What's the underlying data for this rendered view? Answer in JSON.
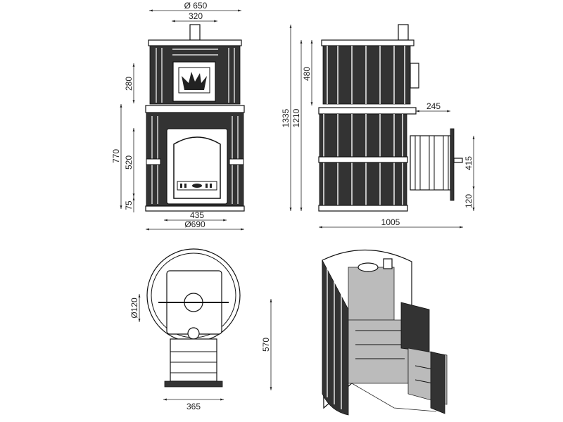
{
  "front_view": {
    "dims": {
      "top_diameter": "Ø 650",
      "chimney_width": "320",
      "upper_door_height": "280",
      "lower_height": "770",
      "firebox_door_height": "520",
      "base_height": "75",
      "door_width": "435",
      "base_diameter": "Ø690"
    }
  },
  "side_view": {
    "dims": {
      "total_height": "1335",
      "body_height": "1210",
      "upper_section": "480",
      "tunnel_offset": "245",
      "tunnel_height": "415",
      "tunnel_base": "120",
      "total_depth": "1005"
    }
  },
  "top_view": {
    "dims": {
      "chimney_diameter": "Ø120",
      "depth": "570",
      "tunnel_width": "365"
    }
  },
  "colors": {
    "line": "#111111",
    "dark_fill": "#333333",
    "background": "#ffffff"
  }
}
